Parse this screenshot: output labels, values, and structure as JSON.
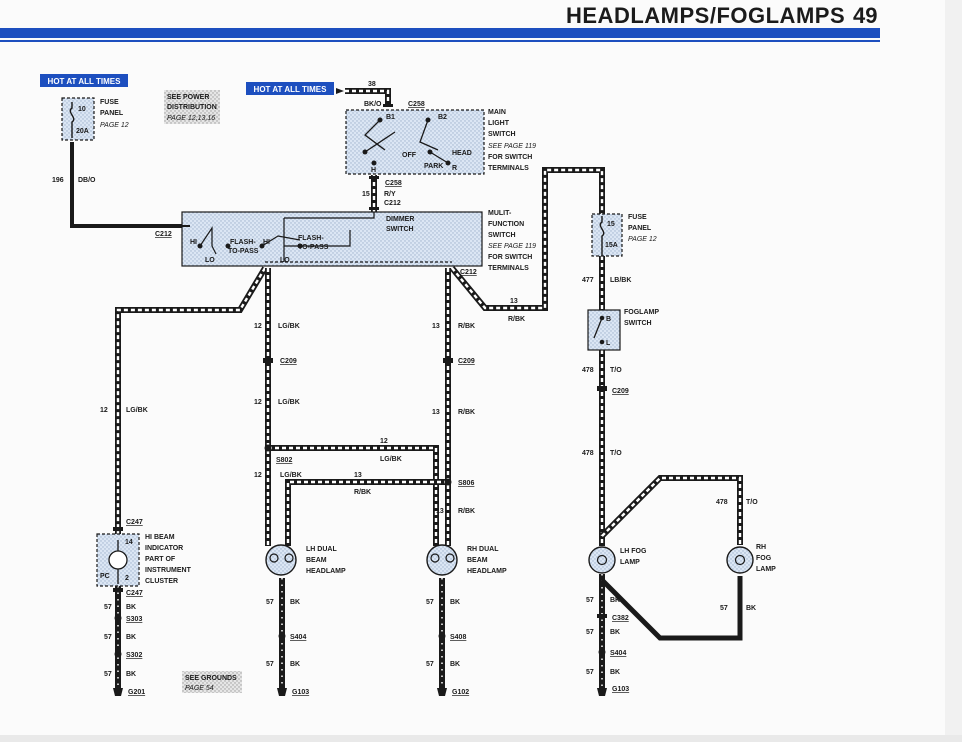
{
  "header": {
    "title": "HEADLAMPS/FOGLAMPS",
    "page_number": "49"
  },
  "diagram": {
    "hot_labels": {
      "left": "HOT AT ALL TIMES",
      "center": "HOT AT ALL TIMES"
    },
    "notes": {
      "power": [
        "SEE POWER",
        "DISTRIBUTION",
        "PAGE 12,13,16"
      ],
      "grounds": [
        "SEE GROUNDS",
        "PAGE 54"
      ]
    },
    "components": {
      "fuse_left": {
        "top": "10",
        "bottom": "20A",
        "label": [
          "FUSE",
          "PANEL",
          "PAGE 12"
        ]
      },
      "fuse_right": {
        "top": "15",
        "bottom": "15A",
        "label": [
          "FUSE",
          "PANEL",
          "PAGE 12"
        ]
      },
      "main_light_switch": {
        "label": [
          "MAIN",
          "LIGHT",
          "SWITCH",
          "SEE PAGE 119",
          "FOR SWITCH",
          "TERMINALS"
        ],
        "terminals": [
          "B1",
          "B2",
          "OFF",
          "HEAD",
          "PARK",
          "R",
          "H"
        ]
      },
      "multifunction_switch": {
        "label": [
          "MULIT-",
          "FUNCTION",
          "SWITCH",
          "SEE PAGE 119",
          "FOR SWITCH",
          "TERMINALS"
        ],
        "dimmer": [
          "DIMMER",
          "SWITCH"
        ],
        "flash_to_pass_left": [
          "FLASH-",
          "TO-PASS"
        ],
        "flash_to_pass_right": [
          "FLASH-",
          "TO-PASS"
        ],
        "terminals": [
          "HI",
          "LO",
          "HI",
          "LO"
        ]
      },
      "foglamp_switch": {
        "label": [
          "FOGLAMP",
          "SWITCH"
        ],
        "terminals": [
          "B",
          "L"
        ]
      },
      "hi_beam_indicator": {
        "label": [
          "HI BEAM",
          "INDICATOR",
          "PART OF",
          "INSTRUMENT",
          "CLUSTER"
        ],
        "pins": [
          "14",
          "PC",
          "2"
        ]
      },
      "lh_headlamp": [
        "LH DUAL",
        "BEAM",
        "HEADLAMP"
      ],
      "rh_headlamp": [
        "RH DUAL",
        "BEAM",
        "HEADLAMP"
      ],
      "lh_fog": [
        "LH FOG",
        "LAMP"
      ],
      "rh_fog": [
        "RH",
        "FOG",
        "LAMP"
      ]
    },
    "connectors": {
      "c258_top": "C258",
      "c258_bottom": "C258",
      "c212_top": "C212",
      "c212_left": "C212",
      "c212_right": "C212",
      "c209_lh": "C209",
      "c209_rh": "C209",
      "c209_fog": "C209",
      "c247_top": "C247",
      "c247_bottom": "C247",
      "c382": "C382",
      "s802": "S802",
      "s806": "S806",
      "s303": "S303",
      "s302": "S302",
      "s404_mid": "S404",
      "s408": "S408",
      "s404_fog": "S404",
      "g201": "G201",
      "g103_mid": "G103",
      "g102": "G102",
      "g103_fog": "G103"
    },
    "wires": {
      "w38": {
        "num": "38",
        "color": "BK/O"
      },
      "w196": {
        "num": "196",
        "color": "DB/O"
      },
      "w15": {
        "num": "15",
        "color": "R/Y"
      },
      "w13_top": {
        "num": "13",
        "color": "R/BK"
      },
      "w477": {
        "num": "477",
        "color": "LB/BK"
      },
      "w478_a": {
        "num": "478",
        "color": "T/O"
      },
      "w478_b": {
        "num": "478",
        "color": "T/O"
      },
      "w478_c": {
        "num": "478",
        "color": "T/O"
      },
      "w12_a": {
        "num": "12",
        "color": "LG/BK"
      },
      "w12_b": {
        "num": "12",
        "color": "LG/BK"
      },
      "w12_c": {
        "num": "12",
        "color": "LG/BK"
      },
      "w12_d": {
        "num": "12",
        "color": "LG/BK"
      },
      "w12_e": {
        "num": "12",
        "color": "LG/BK"
      },
      "w13_a": {
        "num": "13",
        "color": "R/BK"
      },
      "w13_b": {
        "num": "13",
        "color": "R/BK"
      },
      "w13_c": {
        "num": "13",
        "color": "R/BK"
      },
      "w13_d": {
        "num": "13",
        "color": "R/BK"
      },
      "w57_a": {
        "num": "57",
        "color": "BK"
      },
      "w57_b": {
        "num": "57",
        "color": "BK"
      },
      "w57_c": {
        "num": "57",
        "color": "BK"
      },
      "w57_d": {
        "num": "57",
        "color": "BK"
      },
      "w57_e": {
        "num": "57",
        "color": "BK"
      },
      "w57_f": {
        "num": "57",
        "color": "BK"
      },
      "w57_g": {
        "num": "57",
        "color": "BK"
      },
      "w57_h": {
        "num": "57",
        "color": "BK"
      },
      "w57_i": {
        "num": "57",
        "color": "BK"
      },
      "w57_j": {
        "num": "57",
        "color": "BK"
      },
      "w57_k": {
        "num": "57",
        "color": "BK"
      }
    },
    "colors": {
      "accent": "#1d4fbf",
      "component_fill": "#dbe6f4",
      "wire": "#1a1a1a"
    }
  }
}
